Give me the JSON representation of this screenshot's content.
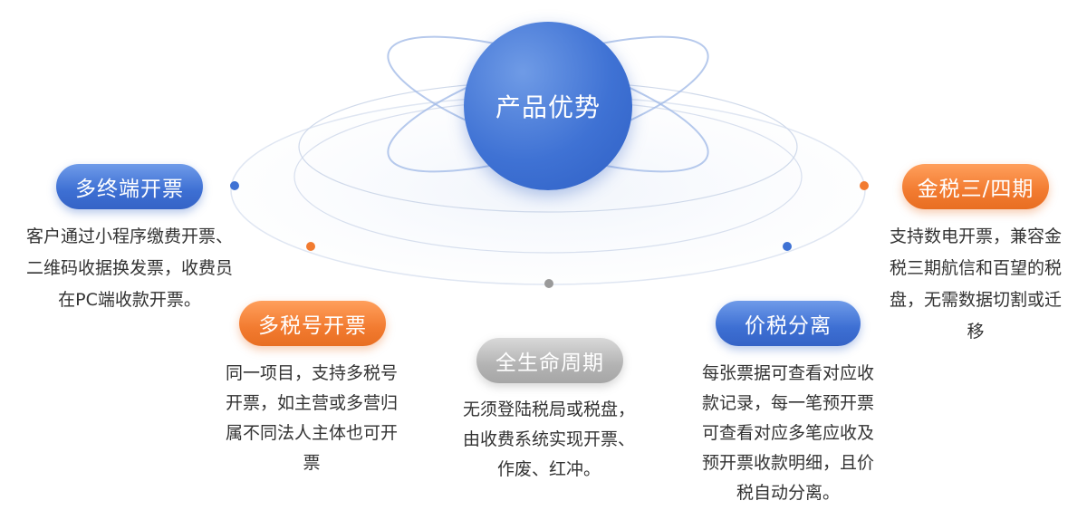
{
  "center": {
    "label": "产品优势"
  },
  "features": [
    {
      "title": "多终端开票",
      "lines": [
        "客户通过小程序缴费开票、",
        "二维码收据换发票，收费员",
        "在PC端收款开票。"
      ]
    },
    {
      "title": "多税号开票",
      "lines": [
        "同一项目，支持多税号",
        "开票，如主营或多营归",
        "属不同法人主体也可开",
        "票"
      ]
    },
    {
      "title": "全生命周期",
      "lines": [
        "无须登陆税局或税盘，",
        "由收费系统实现开票、",
        "作废、红冲。"
      ]
    },
    {
      "title": "价税分离",
      "lines": [
        "每张票据可查看对应收",
        "款记录，每一笔预开票",
        "可查看对应多笔应收及",
        "预开票收款明细，且价",
        "税自动分离。"
      ]
    },
    {
      "title": "金税三/四期",
      "lines": [
        "支持数电开票，兼容金",
        "税三期航信和百望的税",
        "盘，无需数据切割或迁",
        "移"
      ]
    }
  ],
  "colors": {
    "blue": "#3f72d4",
    "orange": "#f27b30",
    "gray": "#b3b3b3",
    "text": "#333333"
  }
}
